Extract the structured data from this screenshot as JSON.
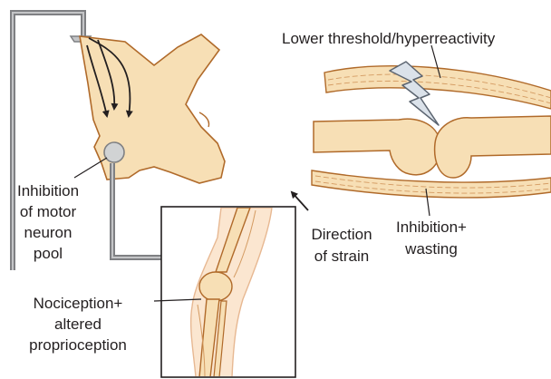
{
  "labels": {
    "lower_threshold": "Lower threshold/hyperreactivity",
    "inhibition_motor": [
      "Inhibition",
      "of motor",
      "neuron",
      "pool"
    ],
    "direction_strain": [
      "Direction",
      "of strain"
    ],
    "inhibition_wasting": [
      "Inhibition+",
      "wasting"
    ],
    "nociception": [
      "Nociception+",
      "altered",
      "proprioception"
    ]
  },
  "colors": {
    "tissue": "#f7dfb5",
    "tissue_outline": "#b06a2a",
    "pathway": "#7f8083",
    "pathway_light": "#c4c5c7",
    "lightning": "#dbe2ea",
    "lightning_outline": "#5b6470",
    "text": "#231f20",
    "leg_skin": "#fbe6d0",
    "muscle_fiber": "#d49b62"
  },
  "icons": {
    "lightning": "lightning-bolt-icon",
    "arrow": "arrow-right-icon"
  }
}
